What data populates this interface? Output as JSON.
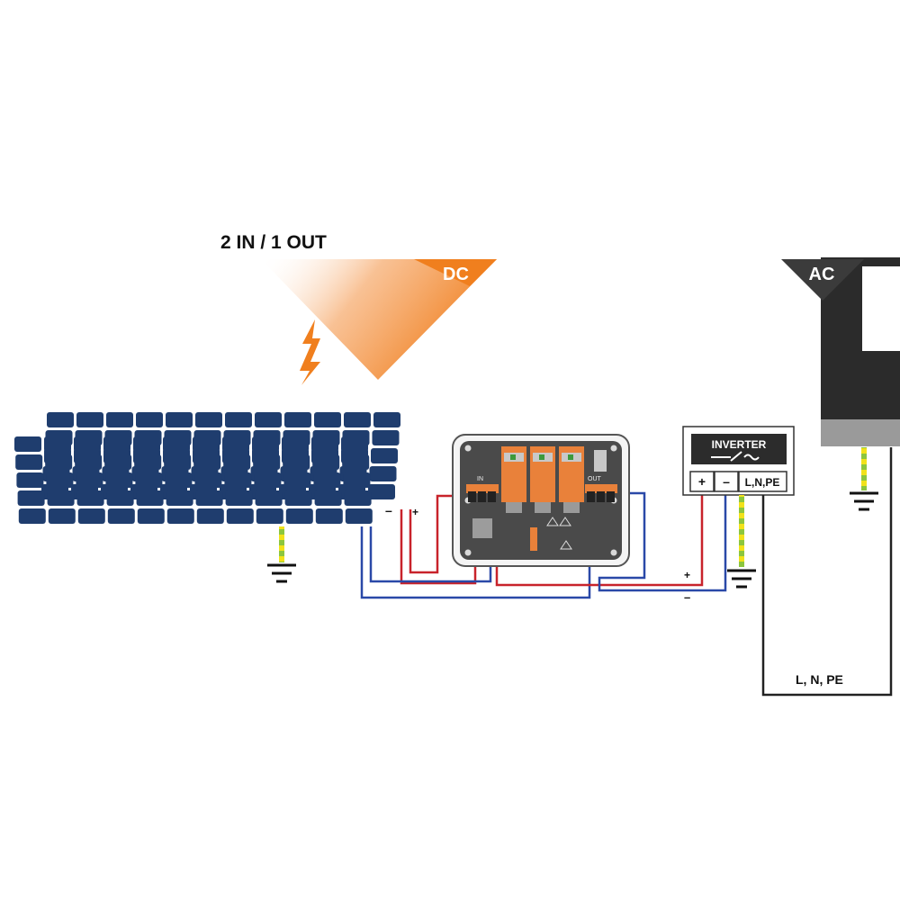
{
  "title": "2 IN / 1 OUT",
  "dc_label": "DC",
  "ac_label": "AC",
  "inverter": {
    "label": "INVERTER",
    "terminal_plus": "+",
    "terminal_minus": "–",
    "terminal_ac": "L,N,PE"
  },
  "array_polarity": {
    "minus": "–",
    "plus": "+"
  },
  "inverter_input_polarity": {
    "plus": "+",
    "minus": "–"
  },
  "ac_line_label": "L, N, PE",
  "combiner_box": {
    "in_label": "IN",
    "out_label": "OUT"
  },
  "colors": {
    "orange": "#f07f1e",
    "panel_blue": "#1f3d6e",
    "wire_red": "#c8232b",
    "wire_blue": "#2a49a8",
    "ground_green": "#8cc63e",
    "ground_yellow": "#f2e21a",
    "ac_grey": "#2b2b2b"
  }
}
